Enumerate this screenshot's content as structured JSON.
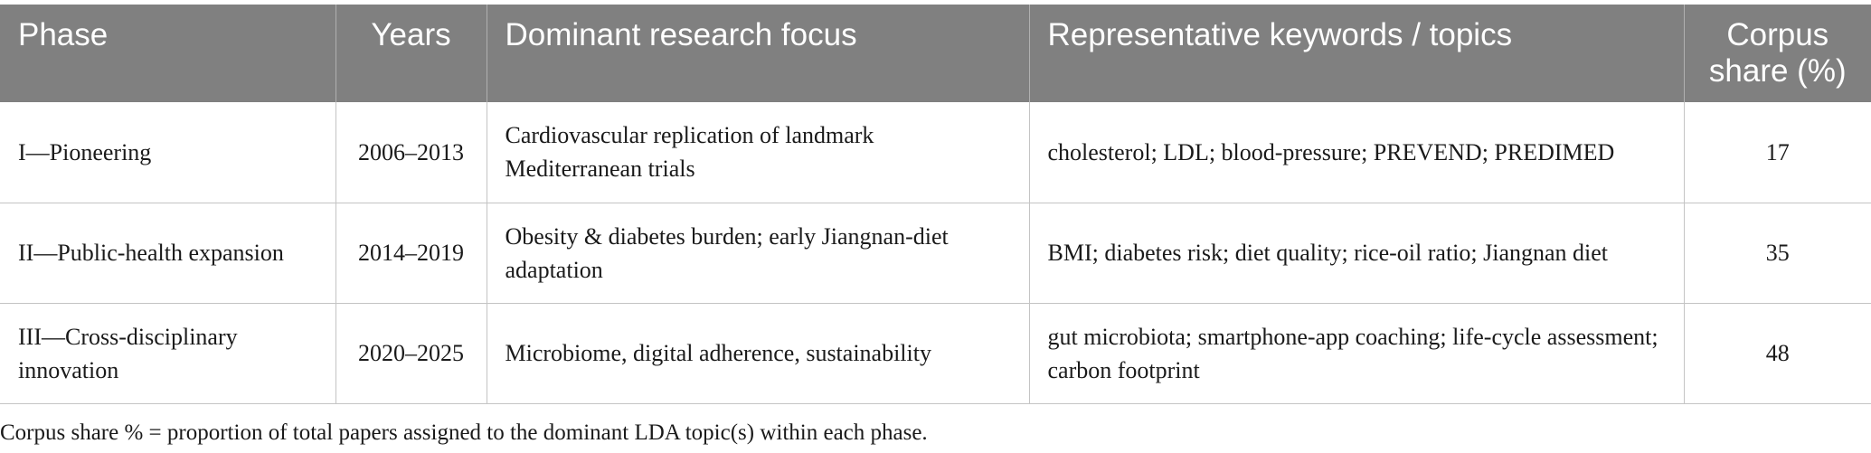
{
  "table": {
    "headers": [
      "Phase",
      "Years",
      "Dominant research focus",
      "Representative keywords / topics",
      "Corpus share (%)"
    ],
    "rows": [
      {
        "phase": "I—Pioneering",
        "years": "2006–2013",
        "focus": "Cardiovascular replication of landmark Mediterranean trials",
        "keywords": "cholesterol; LDL; blood-pressure; PREVEND; PREDIMED",
        "share": "17"
      },
      {
        "phase": "II—Public-health expansion",
        "years": "2014–2019",
        "focus": "Obesity & diabetes burden; early Jiangnan-diet adaptation",
        "keywords": "BMI; diabetes risk; diet quality; rice-oil ratio; Jiangnan diet",
        "share": "35"
      },
      {
        "phase": "III—Cross-disciplinary innovation",
        "years": "2020–2025",
        "focus": "Microbiome, digital adherence, sustainability",
        "keywords": "gut microbiota; smartphone-app coaching; life-cycle assessment; carbon footprint",
        "share": "48"
      }
    ]
  },
  "footnote": "Corpus share % = proportion of total papers assigned to the dominant LDA topic(s) within each phase."
}
